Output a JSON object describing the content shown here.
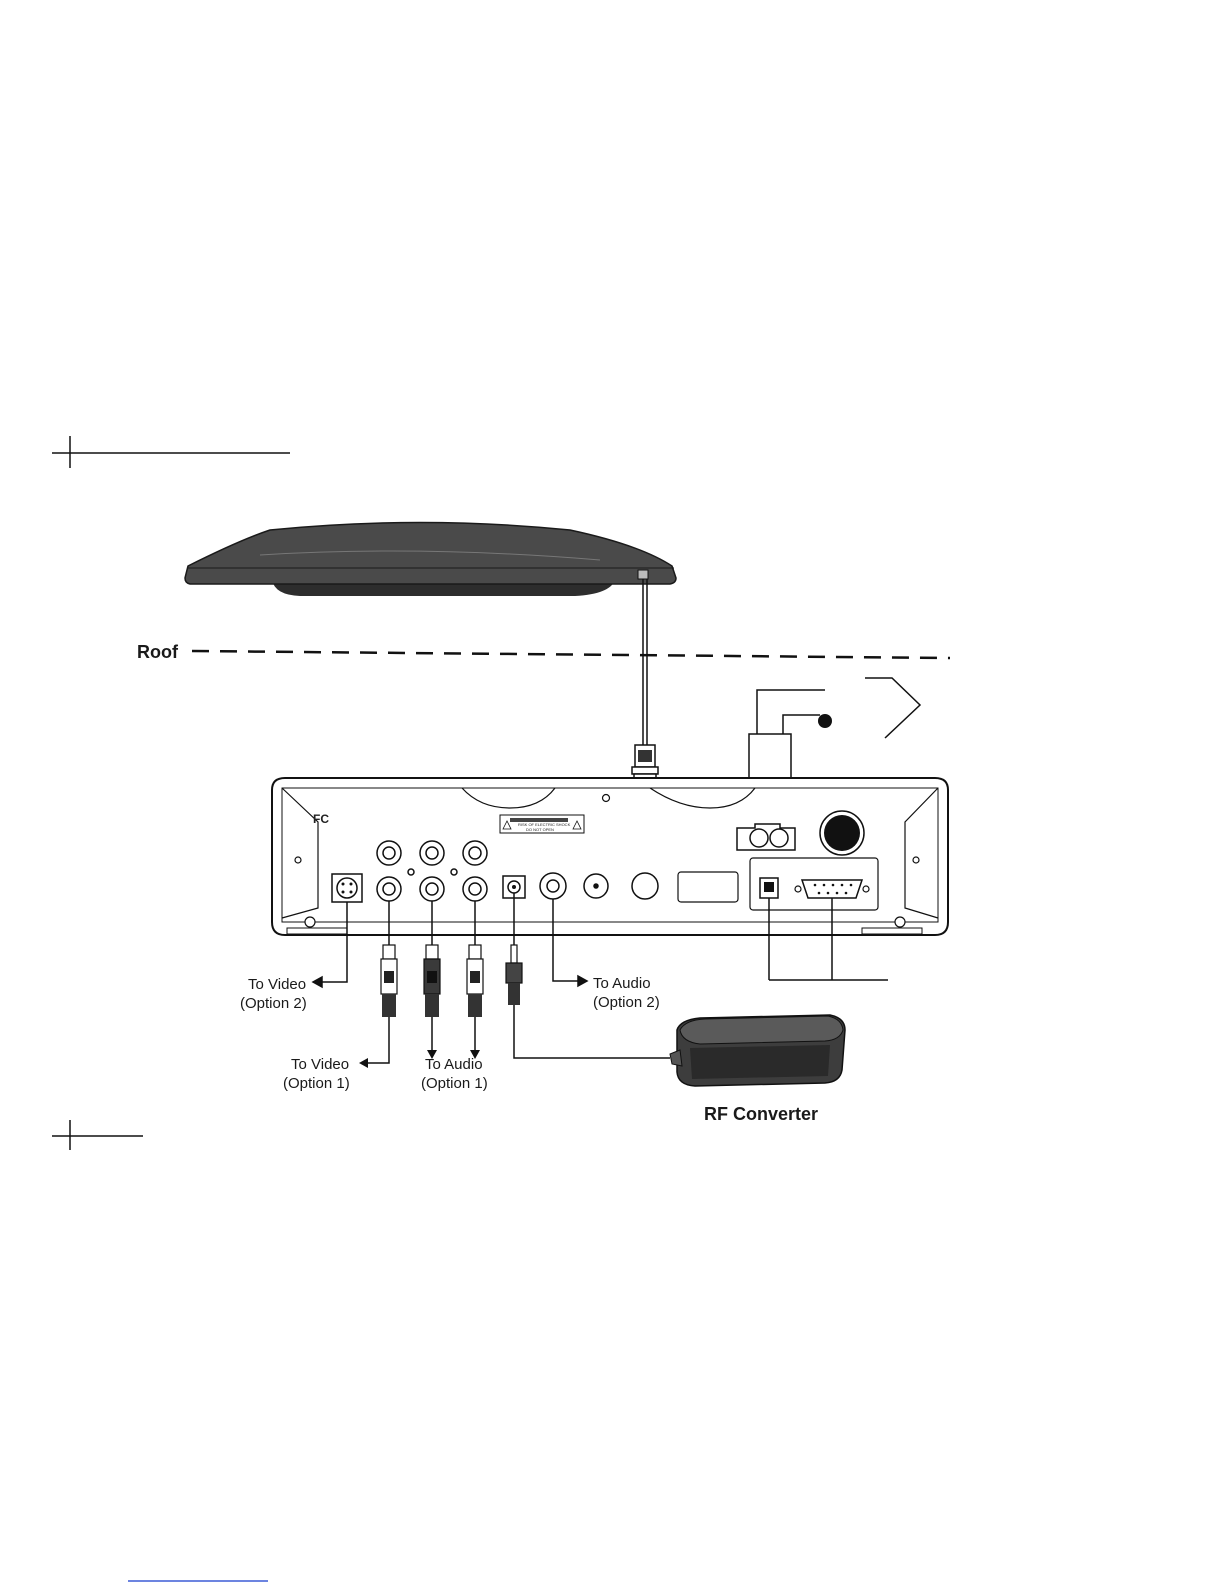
{
  "labels": {
    "roof": "Roof",
    "to_video_option2": [
      "To Video",
      "(Option 2)"
    ],
    "to_video_option1": [
      "To Video",
      "(Option 1)"
    ],
    "to_audio_option1": [
      "To Audio",
      "(Option 1)"
    ],
    "to_audio_option2": [
      "To Audio",
      "(Option 2)"
    ],
    "rf_converter": "RF Converter",
    "fcc_mark": "FC"
  },
  "warning_label": {
    "line1": "RISK OF ELECTRIC SHOCK",
    "line2": "DO NOT OPEN"
  },
  "colors": {
    "ink": "#1a1a1a",
    "antenna_fill": "#4a4a4a",
    "converter_fill": "#3d3d3d",
    "accent_link": "#3b5bd6"
  }
}
